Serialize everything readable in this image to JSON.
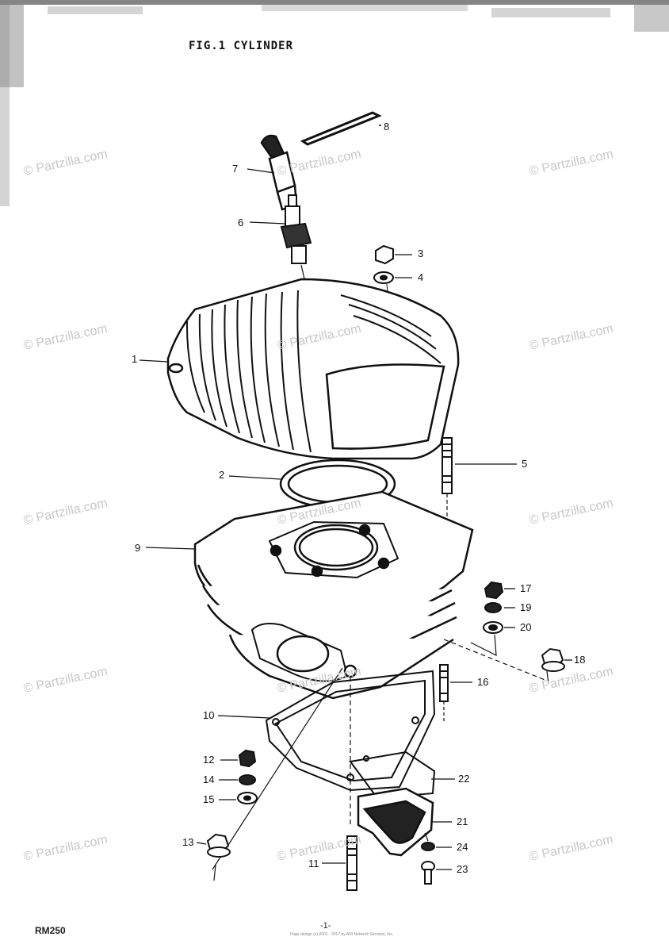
{
  "figure_title": "FIG.1 CYLINDER",
  "callouts": [
    {
      "id": "1",
      "label": "1"
    },
    {
      "id": "2",
      "label": "2"
    },
    {
      "id": "3",
      "label": "3"
    },
    {
      "id": "4",
      "label": "4"
    },
    {
      "id": "5",
      "label": "5"
    },
    {
      "id": "6",
      "label": "6"
    },
    {
      "id": "7",
      "label": "7"
    },
    {
      "id": "8",
      "label": "8"
    },
    {
      "id": "9",
      "label": "9"
    },
    {
      "id": "10",
      "label": "10"
    },
    {
      "id": "11",
      "label": "11"
    },
    {
      "id": "12",
      "label": "12"
    },
    {
      "id": "13",
      "label": "13"
    },
    {
      "id": "14",
      "label": "14"
    },
    {
      "id": "15",
      "label": "15"
    },
    {
      "id": "16",
      "label": "16"
    },
    {
      "id": "17",
      "label": "17"
    },
    {
      "id": "18",
      "label": "18"
    },
    {
      "id": "19",
      "label": "19"
    },
    {
      "id": "20",
      "label": "20"
    },
    {
      "id": "21",
      "label": "21"
    },
    {
      "id": "22",
      "label": "22"
    },
    {
      "id": "23",
      "label": "23"
    },
    {
      "id": "24",
      "label": "24"
    }
  ],
  "watermark": "© Partzilla.com",
  "model": "RM250",
  "page_number": "-1-",
  "footer_note": "Page design (c) 2001 - 2017 by ARI Network Services, Inc."
}
